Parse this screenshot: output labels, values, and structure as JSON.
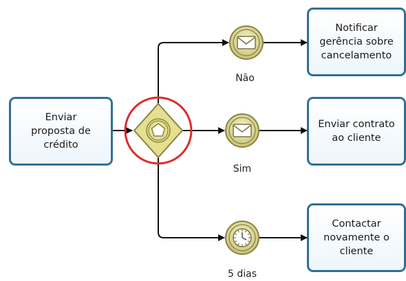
{
  "tasks": {
    "send_proposal": "Enviar\nproposta de\ncrédito",
    "notify_management": "Notificar\ngerência sobre\ncancelamento",
    "send_contract": "Enviar contrato\nao cliente",
    "contact_again": "Contactar\nnovamente o\ncliente"
  },
  "flow_labels": {
    "no": "Não",
    "yes": "Sim",
    "timer": "5 dias"
  },
  "colors": {
    "task_border": "#2f6f96",
    "event_fill": "#c8c27a",
    "gateway_fill": "#e4e090",
    "highlight_circle": "#e02a2a",
    "flow_line": "#111111"
  },
  "icons": {
    "gateway": "event-based-gateway-pentagon-icon",
    "message_events": "envelope-icon",
    "timer_event": "clock-icon"
  }
}
